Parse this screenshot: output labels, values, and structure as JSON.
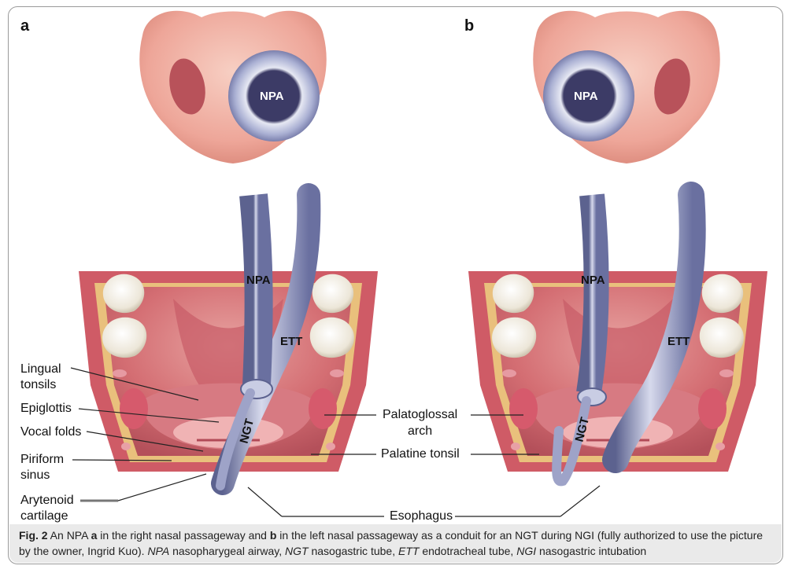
{
  "figure": {
    "panels": [
      {
        "letter": "a",
        "nose_label": "NPA",
        "tube_labels": {
          "npa": "NPA",
          "ett": "ETT",
          "ngt": "NGT"
        }
      },
      {
        "letter": "b",
        "nose_label": "NPA",
        "tube_labels": {
          "npa": "NPA",
          "ett": "ETT",
          "ngt": "NGT"
        }
      }
    ],
    "left_labels": {
      "lingual_1": "Lingual",
      "lingual_2": "tonsils",
      "epiglottis": "Epiglottis",
      "vocal_folds": "Vocal folds",
      "piriform_1": "Piriform",
      "piriform_2": "sinus",
      "arytenoid_1": "Arytenoid",
      "arytenoid_2": "cartilage"
    },
    "center_labels": {
      "palatoglossal_1": "Palatoglossal",
      "palatoglossal_2": "arch",
      "palatine_tonsil": "Palatine tonsil",
      "esophagus": "Esophagus"
    }
  },
  "caption": {
    "label": "Fig. 2",
    "t1": "  An NPA ",
    "a": "a",
    "t2": " in the right nasal passageway and ",
    "b": "b",
    "t3": " in the left nasal passageway as a conduit for an NGT during NGI (fully authorized to use the picture by the owner, Ingrid Kuo). ",
    "npa": "NPA",
    "t4": " nasopharygeal airway, ",
    "ngt": "NGT",
    "t5": " nasogastric tube, ",
    "ett": "ETT",
    "t6": " endotracheal tube, ",
    "ngi": "NGI",
    "t7": " nasogastric intubation"
  },
  "colors": {
    "skin": "#f2b9ad",
    "tissue": "#d96a72",
    "mucosa": "#e58a8e",
    "tube": "#7f86b3",
    "tube_light": "#c9cde4",
    "tooth": "#f4f1ea",
    "fat": "#e8c27a"
  }
}
